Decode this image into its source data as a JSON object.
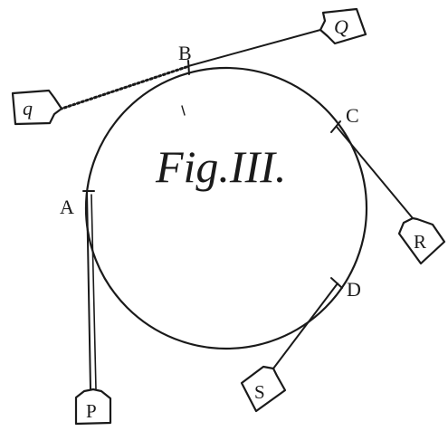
{
  "figure": {
    "title": "Fig.III.",
    "ink_color": "#1a1a1a",
    "background_color": "#ffffff"
  },
  "points": {
    "A": "A",
    "B": "B",
    "C": "C",
    "D": "D"
  },
  "weights": {
    "P": "P",
    "Q": "Q",
    "R": "R",
    "S": "S",
    "q": "q"
  }
}
